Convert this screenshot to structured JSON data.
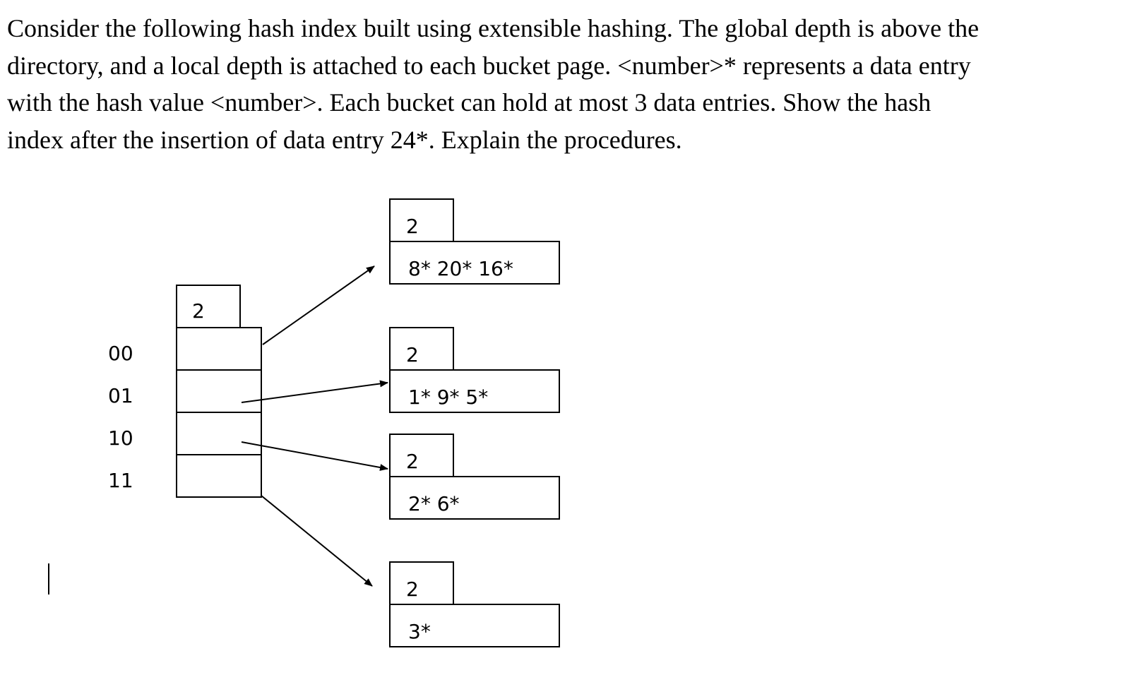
{
  "question": {
    "lines": [
      "Consider the following hash index built using extensible hashing.  The global depth is above the",
      "directory, and a local depth is attached to each bucket page.  <number>* represents a data entry",
      "with the hash value <number>.  Each bucket can hold at most 3 data entries.  Show the hash",
      "index after the insertion of data entry 24*. Explain the procedures."
    ]
  },
  "directory": {
    "global_depth": "2",
    "slots": [
      "00",
      "01",
      "10",
      "11"
    ]
  },
  "buckets": [
    {
      "local_depth": "2",
      "entries": "8* 20* 16*"
    },
    {
      "local_depth": "2",
      "entries": "1* 9* 5*"
    },
    {
      "local_depth": "2",
      "entries": "2* 6*"
    },
    {
      "local_depth": "2",
      "entries": "3*"
    }
  ]
}
